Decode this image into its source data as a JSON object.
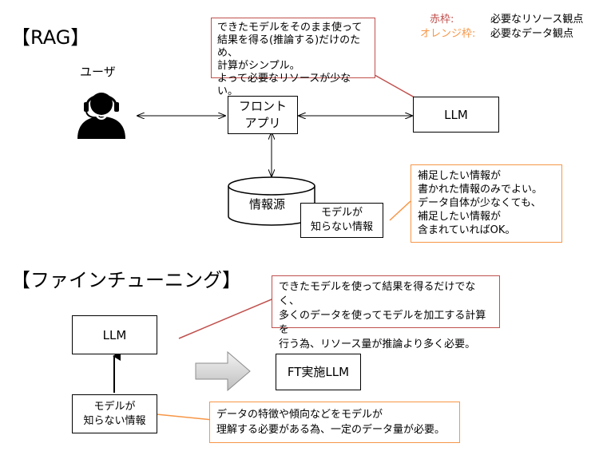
{
  "legend": {
    "red_key": "赤枠:",
    "red_value": "必要なリソース観点",
    "orange_key": "オレンジ枠:",
    "orange_value": "必要なデータ観点",
    "red_color": "#c0504d",
    "orange_color": "#f79646"
  },
  "rag": {
    "heading": "【RAG】",
    "user_label": "ユーザ",
    "user_icon": "headset-user-icon",
    "front_app": "フロント\nアプリ",
    "llm": "LLM",
    "info_source": "情報源",
    "unknown_info": "モデルが\n知らない情報",
    "resource_note": "できたモデルをそのまま使って\n結果を得る(推論する)だけのため、\n計算がシンプル。\nよって必要なリソースが少ない。",
    "data_note": "補足したい情報が\n書かれた情報のみでよい。\nデータ自体が少なくても、\n補足したい情報が\n含まれていればOK。"
  },
  "finetuning": {
    "heading": "【ファインチューニング】",
    "llm": "LLM",
    "unknown_info": "モデルが\n知らない情報",
    "ft_llm": "FT実施LLM",
    "resource_note": "できたモデルを使って結果を得るだけでなく、\n多くのデータを使ってモデルを加工する計算を\n行う為、リソース量が推論より多く必要。",
    "data_note": "データの特徴や傾向などをモデルが\n理解する必要がある為、一定のデータ量が必要。"
  }
}
